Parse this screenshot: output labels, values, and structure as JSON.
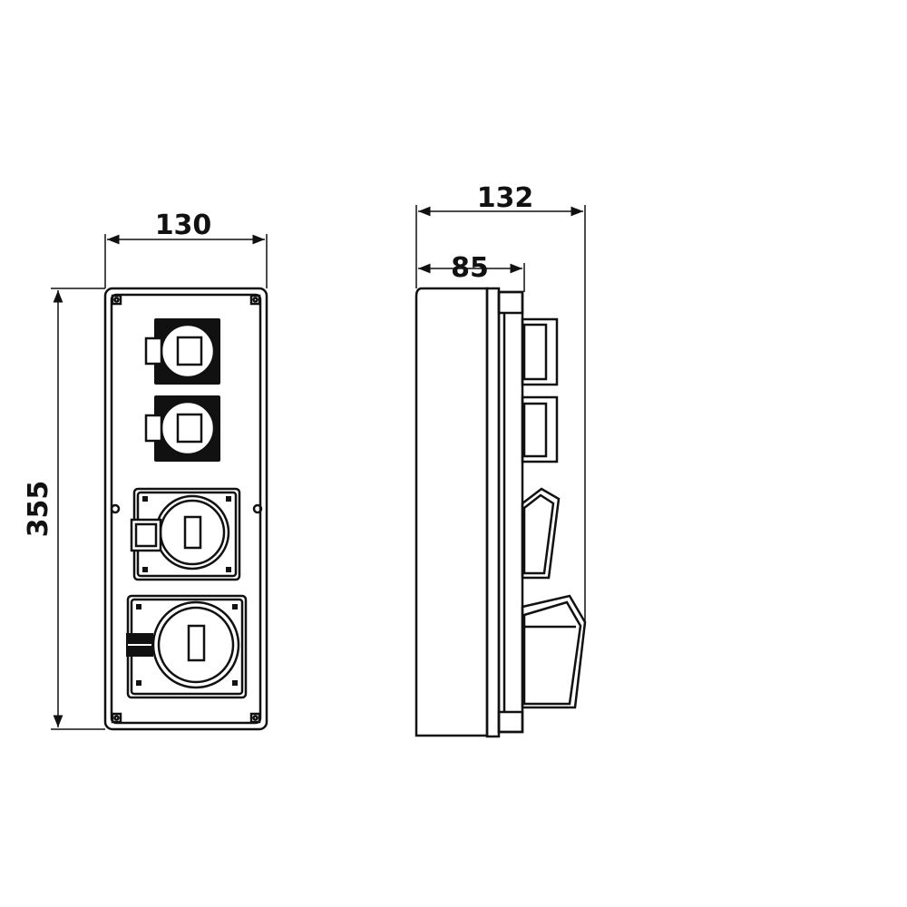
{
  "dimensions": {
    "front_width": "130",
    "front_height": "355",
    "side_total_depth": "132",
    "side_body_depth": "85"
  },
  "colors": {
    "line": "#111111",
    "background": "#ffffff"
  }
}
